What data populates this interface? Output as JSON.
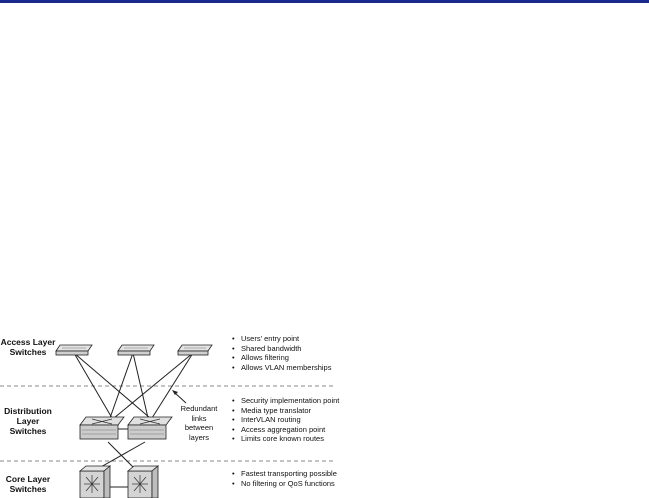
{
  "layers": [
    {
      "id": "access",
      "label": [
        "Access Layer",
        "Switches"
      ],
      "bullets": [
        "Users' entry point",
        "Shared bandwidth",
        "Allows filtering",
        "Allows VLAN memberships"
      ]
    },
    {
      "id": "distribution",
      "label": [
        "Distribution",
        "Layer",
        "Switches"
      ],
      "bullets": [
        "Security implementation point",
        "Media type translator",
        "InterVLAN routing",
        "Access aggregation point",
        "Limits core known routes"
      ]
    },
    {
      "id": "core",
      "label": [
        "Core Layer",
        "Switches"
      ],
      "bullets": [
        "Fastest transporting possible",
        "No filtering or QoS functions"
      ]
    }
  ],
  "redundant_note": [
    "Redundant",
    "links",
    "between",
    "layers"
  ],
  "colors": {
    "top_rule": "#1a2a8c",
    "device_fill": "#d8d8d8",
    "line": "#222222"
  }
}
